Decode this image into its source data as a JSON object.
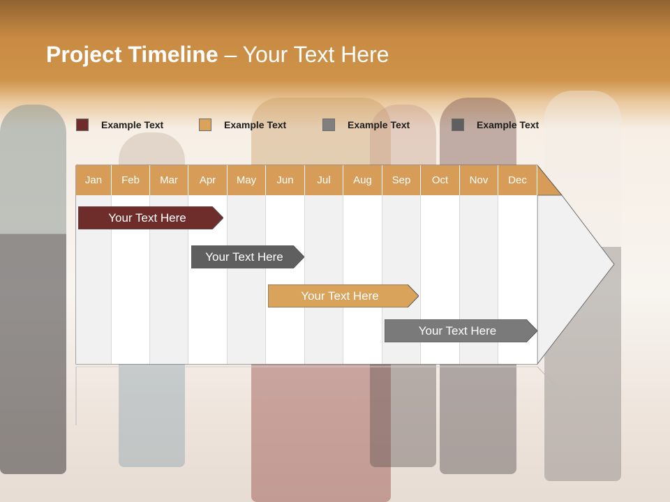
{
  "slide": {
    "title_bold": "Project Timeline",
    "title_rest": " – Your Text Here"
  },
  "legend": [
    {
      "label": "Example Text",
      "color": "#6e2c2a"
    },
    {
      "label": "Example Text",
      "color": "#d9a35c"
    },
    {
      "label": "Example Text",
      "color": "#7f7f7f"
    },
    {
      "label": "Example Text",
      "color": "#5f5f5f"
    }
  ],
  "months": [
    "Jan",
    "Feb",
    "Mar",
    "Apr",
    "May",
    "Jun",
    "Jul",
    "Aug",
    "Sep",
    "Oct",
    "Nov",
    "Dec"
  ],
  "tasks": [
    {
      "label": "Your  Text Here",
      "color": "#6e2c2a"
    },
    {
      "label": "Your  Text Here",
      "color": "#5f5f5f"
    },
    {
      "label": "Your  Text Here",
      "color": "#d9a35c"
    },
    {
      "label": "Your  Text Here",
      "color": "#7a7a7a"
    }
  ],
  "colors": {
    "header": "#d79d58",
    "title_band": "#c98b43"
  }
}
